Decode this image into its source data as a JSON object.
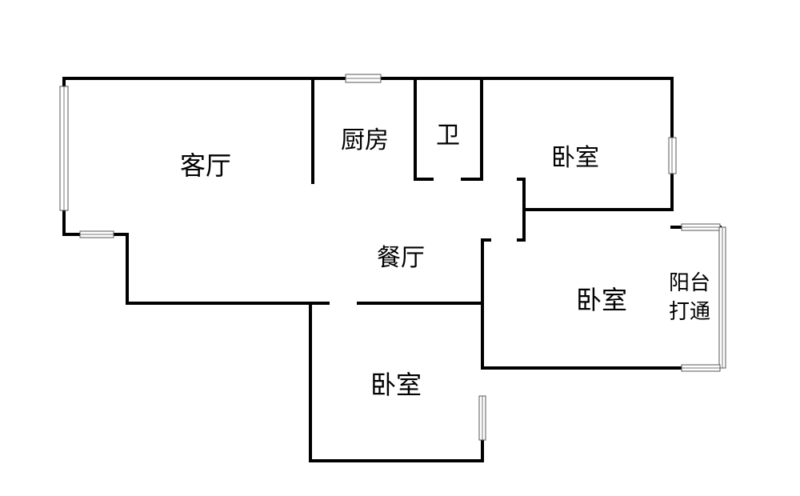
{
  "floor_plan": {
    "rooms": {
      "living_room": "客厅",
      "kitchen": "厨房",
      "bathroom": "卫",
      "bedroom_top_right": "卧室",
      "dining_room": "餐厅",
      "bedroom_middle_right": "卧室",
      "bedroom_bottom": "卧室",
      "balcony_line1": "阳台",
      "balcony_line2": "打通"
    },
    "colors": {
      "wall": "#000000",
      "window_frame": "#555555",
      "background": "#ffffff"
    }
  }
}
